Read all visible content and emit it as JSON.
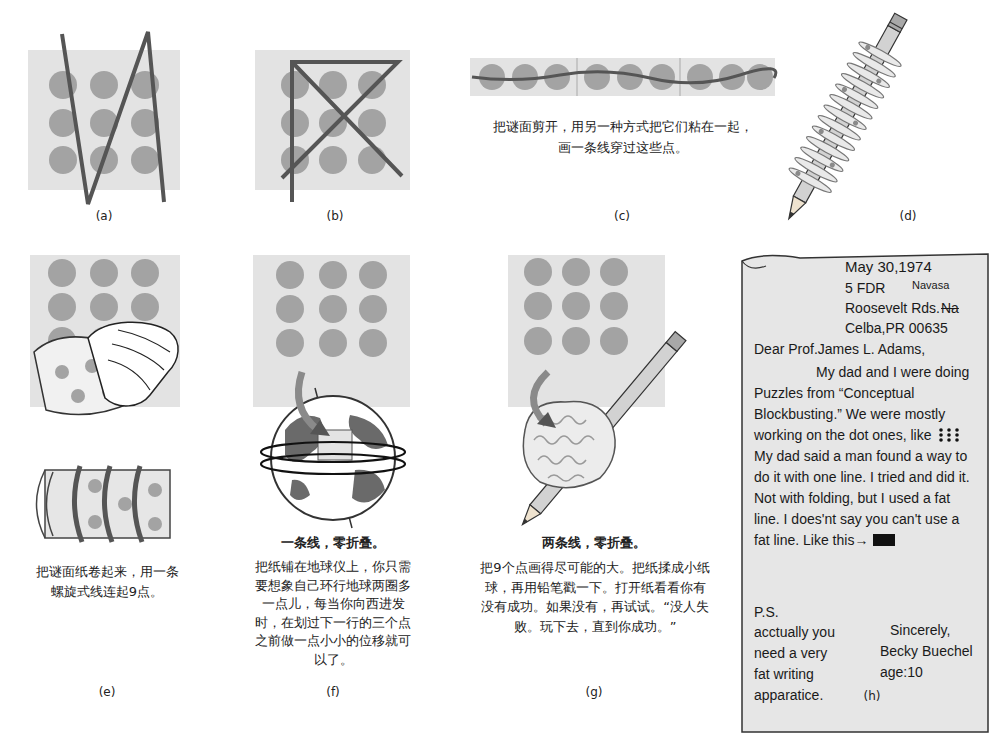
{
  "diagram": {
    "nodes": [
      {
        "text": [
          "May 30,1974",
          "5 FDR",
          "Navasa",
          "Roosevelt Rds.",
          "Na",
          "Celba,PR 00635",
          "Dear Prof.James L. Adams,",
          "My dad and I were doing Puzzles from “Conceptual Blockbusting.” We were mostly working on the dot ones, like",
          "My dad said a man found a way to do it with one line. I tried and did it. Not with folding, but I used a fat line. I does'nt say you can't use a fat line. Like this→",
          "P.S.",
          "acctually you need a very fat writing apparatice.",
          "Sincerely,",
          "Becky Buechel",
          "age:10"
        ]
      }
    ],
    "labels": [
      "(a)",
      "(b)",
      "把谜面剪开，用另一种方式把它们粘在一起，画一条线穿过这些点。",
      "(c)",
      "(d)",
      "把谜面纸卷起来，用一条螺旋式线连起9点。",
      "(e)",
      "一条线，零折叠。",
      "把纸铺在地球仪上，你只需要想象自己环行地球两圈多一点儿，每当你向西进发时，在划过下一行的三个点之前做一点小小的位移就可以了。",
      "(f)",
      "两条线，零折叠。",
      "把9个点画得尽可能的大。把纸揉成小纸球，再用铅笔戳一下。打开纸看看你有没有成功。如果没有，再试试。“没人失败。玩下去，直到你成功。”",
      "(g)",
      "(h)"
    ]
  }
}
